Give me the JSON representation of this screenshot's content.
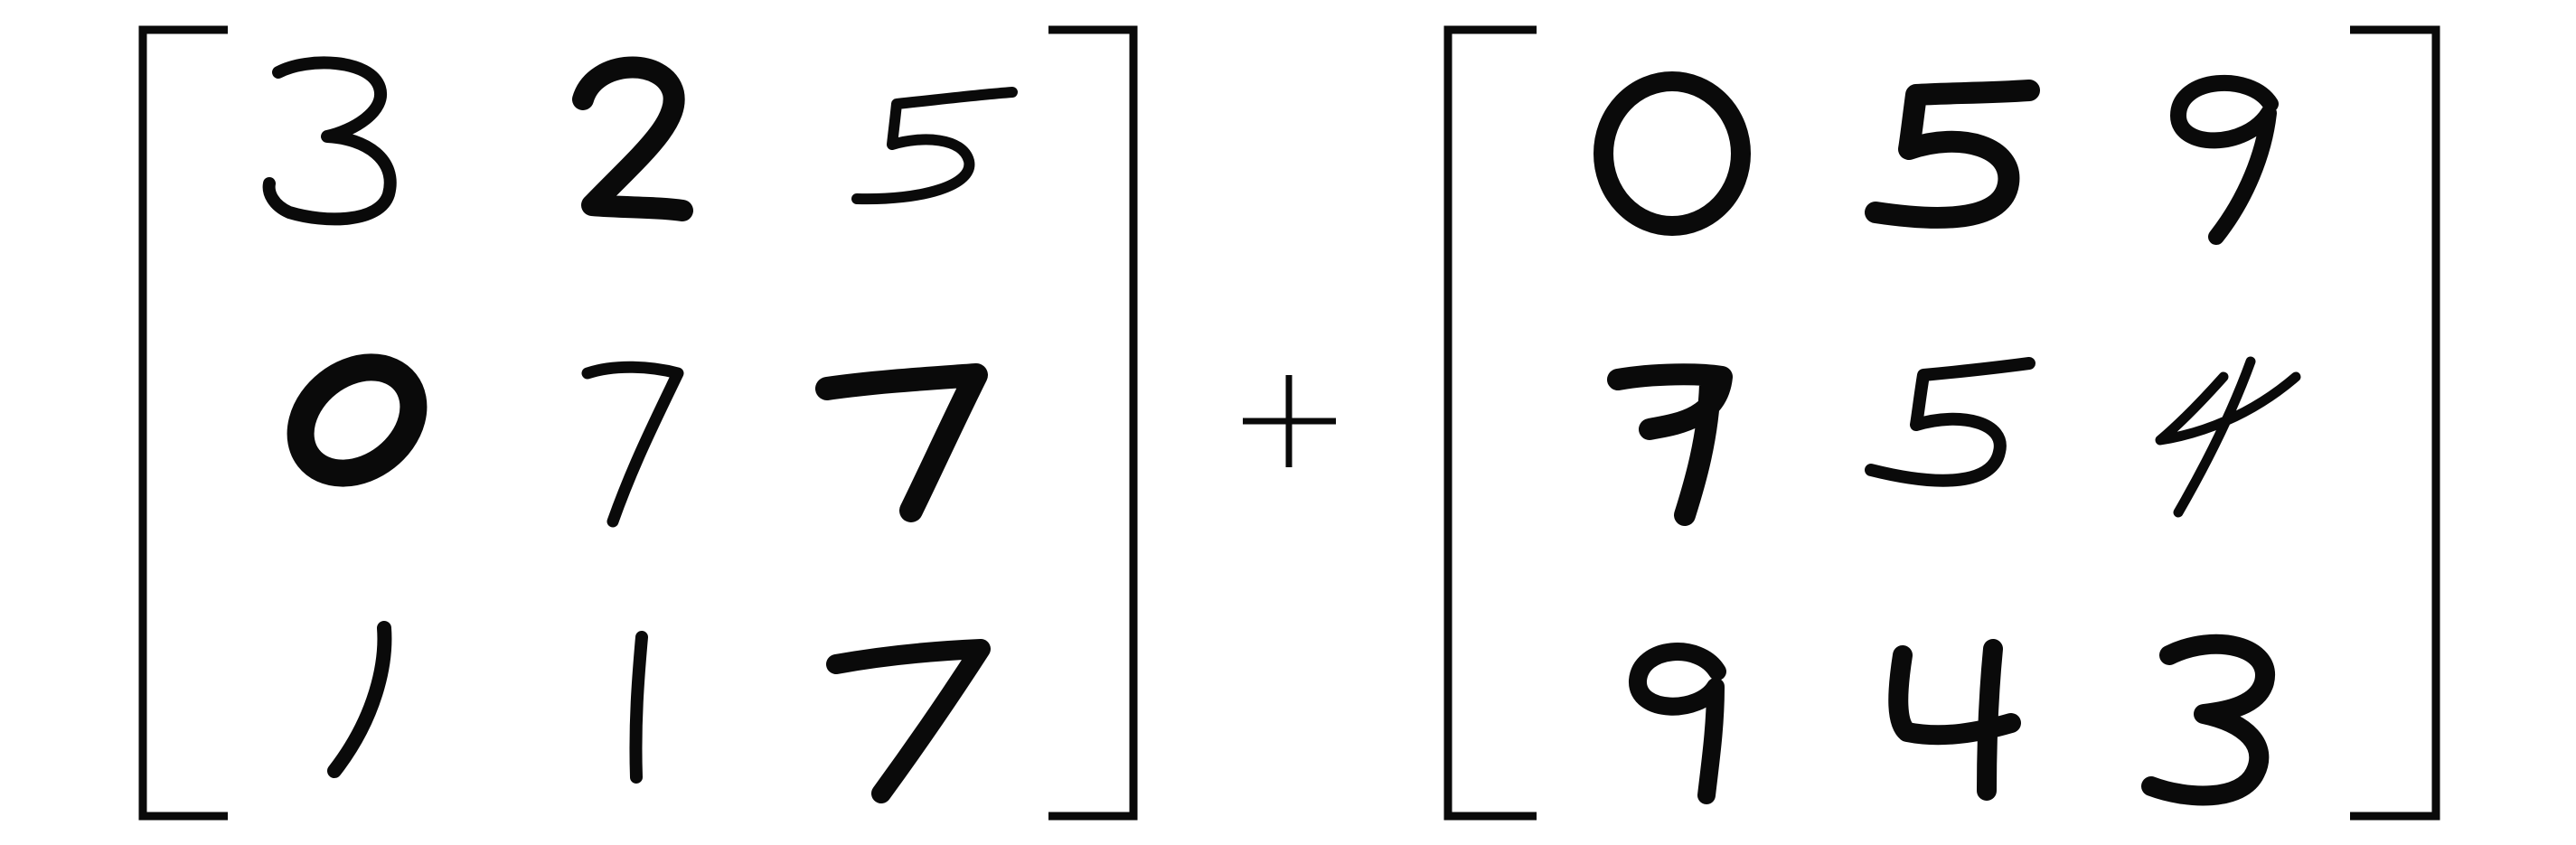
{
  "operator": "+",
  "matrices": [
    {
      "rows": [
        [
          "3",
          "2",
          "5"
        ],
        [
          "0",
          "7",
          "7"
        ],
        [
          "1",
          "1",
          "7"
        ]
      ]
    },
    {
      "rows": [
        [
          "0",
          "5",
          "9"
        ],
        [
          "7",
          "5",
          "4"
        ],
        [
          "9",
          "4",
          "3"
        ]
      ]
    }
  ]
}
